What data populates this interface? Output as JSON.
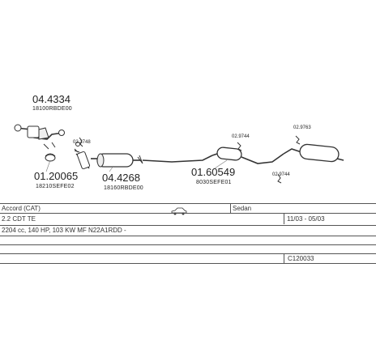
{
  "parts": {
    "p1_code": "04.4334",
    "p1_ref": "18100RBDE00",
    "p2_code": "01.20065",
    "p2_ref": "18210SEFE02",
    "p3_code": "04.4268",
    "p3_ref": "18160RBDE00",
    "p4_code": "01.60549",
    "p4_ref": "8030SEFE01",
    "clamp_a": "02.3748",
    "clamp_b": "02.9744",
    "clamp_c": "02.9763",
    "clamp_d": "02.9744"
  },
  "info": {
    "model": "Accord (CAT)",
    "body": "Sedan",
    "variant": "2.2 CDT TE",
    "years": "11/03 - 05/03",
    "engine": "2204 cc, 140 HP, 103 KW MF N22A1RDD -",
    "code": "C120033",
    "car_icon": "car-icon"
  },
  "colors": {
    "line": "#444444",
    "part_fill": "#ffffff",
    "part_stroke": "#333333"
  }
}
